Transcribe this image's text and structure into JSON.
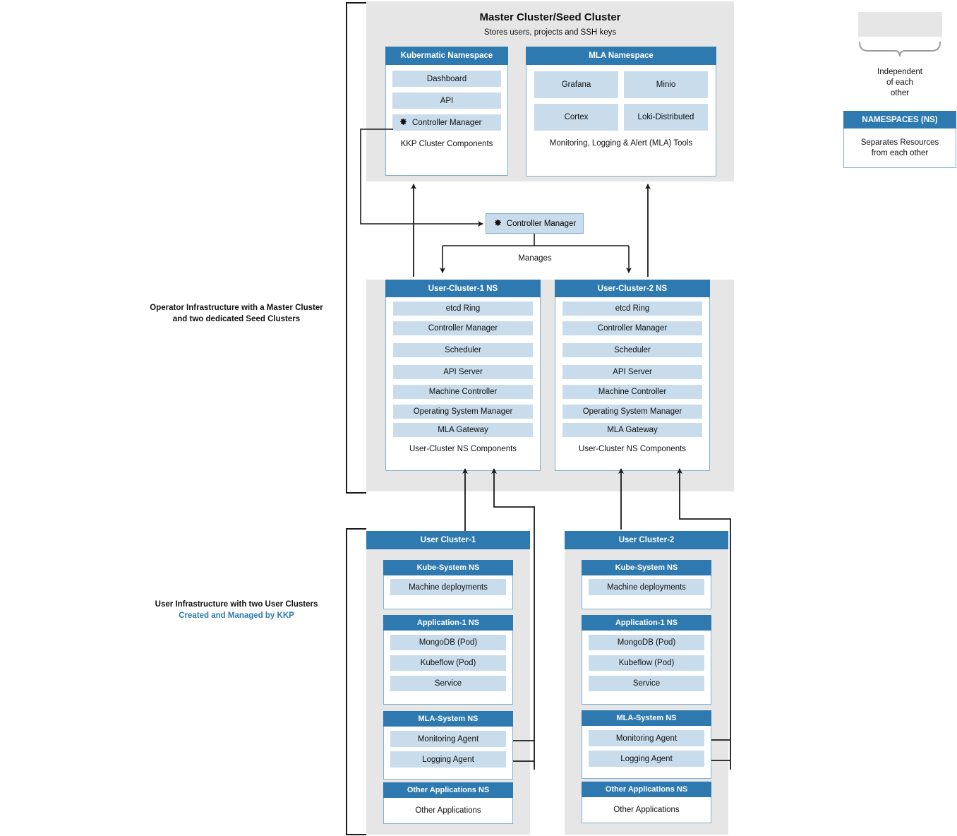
{
  "diagram": {
    "title": "Master Cluster/Seed Cluster",
    "subtitle": "Stores users, projects and SSH keys",
    "manages_label": "Manages"
  },
  "side_labels": {
    "operator_line1": "Operator Infrastructure with a Master Cluster",
    "operator_line2": "and two dedicated Seed Clusters",
    "user_line1": "User Infrastructure with two User Clusters",
    "user_line2": "Created and Managed by KKP"
  },
  "legend": {
    "independent_line1": "Independent",
    "independent_line2": "of each",
    "independent_line3": "other",
    "namespaces_title": "NAMESPACES (NS)",
    "namespaces_desc_line1": "Separates Resources",
    "namespaces_desc_line2": "from each other"
  },
  "master_cluster": {
    "kubermatic_ns": {
      "header": "Kubermatic Namespace",
      "items": [
        {
          "label": "Dashboard",
          "icon": null
        },
        {
          "label": "API",
          "icon": null
        },
        {
          "label": "Controller Manager",
          "icon": "gear-icon"
        }
      ],
      "footer": "KKP Cluster Components"
    },
    "mla_ns": {
      "header": "MLA Namespace",
      "items": [
        "Grafana",
        "Minio",
        "Cortex",
        "Loki-Distributed"
      ],
      "footer": "Monitoring, Logging & Alert (MLA) Tools"
    }
  },
  "controller_manager_float": {
    "label": "Controller Manager",
    "icon": "gear-icon"
  },
  "seed_namespaces": [
    {
      "header": "User-Cluster-1 NS",
      "items": [
        "etcd Ring",
        "Controller Manager",
        "Scheduler",
        "API Server",
        "Machine Controller",
        "Operating System Manager",
        "MLA Gateway"
      ],
      "footer": "User-Cluster NS Components"
    },
    {
      "header": "User-Cluster-2 NS",
      "items": [
        "etcd Ring",
        "Controller Manager",
        "Scheduler",
        "API Server",
        "Machine Controller",
        "Operating System Manager",
        "MLA Gateway"
      ],
      "footer": "User-Cluster NS Components"
    }
  ],
  "user_clusters": [
    {
      "header": "User Cluster-1",
      "namespaces": [
        {
          "header": "Kube-System NS",
          "items": [
            "Machine deployments"
          ],
          "plain": false
        },
        {
          "header": "Application-1 NS",
          "items": [
            "MongoDB (Pod)",
            "Kubeflow (Pod)",
            "Service"
          ],
          "plain": false
        },
        {
          "header": "MLA-System NS",
          "items": [
            "Monitoring Agent",
            "Logging Agent"
          ],
          "plain": false
        },
        {
          "header": "Other Applications NS",
          "items": [
            "Other Applications"
          ],
          "plain": true
        }
      ]
    },
    {
      "header": "User Cluster-2",
      "namespaces": [
        {
          "header": "Kube-System NS",
          "items": [
            "Machine deployments"
          ],
          "plain": false
        },
        {
          "header": "Application-1 NS",
          "items": [
            "MongoDB (Pod)",
            "Kubeflow (Pod)",
            "Service"
          ],
          "plain": false
        },
        {
          "header": "MLA-System NS",
          "items": [
            "Monitoring Agent",
            "Logging Agent"
          ],
          "plain": false
        },
        {
          "header": "Other Applications NS",
          "items": [
            "Other Applications"
          ],
          "plain": true
        }
      ]
    }
  ],
  "colors": {
    "header_blue": "#2e7ab0",
    "chip_blue": "#c9dceb",
    "panel_gray": "#e6e6e6",
    "accent_text_blue": "#2e7ab0",
    "line_black": "#1a1a1a"
  }
}
